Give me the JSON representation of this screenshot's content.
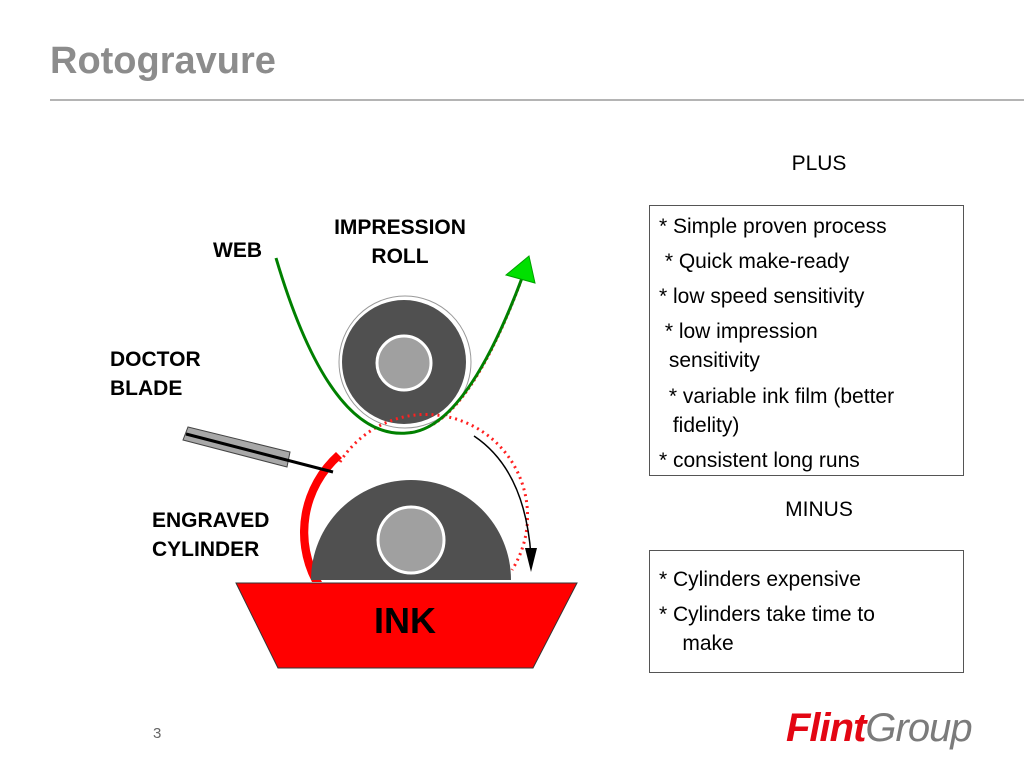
{
  "slide": {
    "title": "Rotogravure",
    "page_number": "3"
  },
  "diagram": {
    "labels": {
      "web": "WEB",
      "impression_roll_line1": "IMPRESSION",
      "impression_roll_line2": "ROLL",
      "doctor_blade_line1": "DOCTOR",
      "doctor_blade_line2": "BLADE",
      "engraved_cylinder_line1": "ENGRAVED",
      "engraved_cylinder_line2": "CYLINDER",
      "ink": "INK"
    },
    "colors": {
      "roll": "#505050",
      "core": "#a0a0a0",
      "ink": "#ff0000",
      "web": "#008000",
      "arrow": "#00e000"
    }
  },
  "plus": {
    "heading": "PLUS",
    "lines": [
      "* Simple proven process",
      " * Quick make-ready",
      "* low speed sensitivity",
      " * low impression",
      " sensitivity",
      " * variable ink film (better",
      " fidelity)",
      "* consistent long runs"
    ]
  },
  "minus": {
    "heading": "MINUS",
    "lines": [
      "* Cylinders expensive",
      "* Cylinders take time to",
      "    make"
    ]
  },
  "logo": {
    "part1": "Flint",
    "part2": "Group"
  }
}
